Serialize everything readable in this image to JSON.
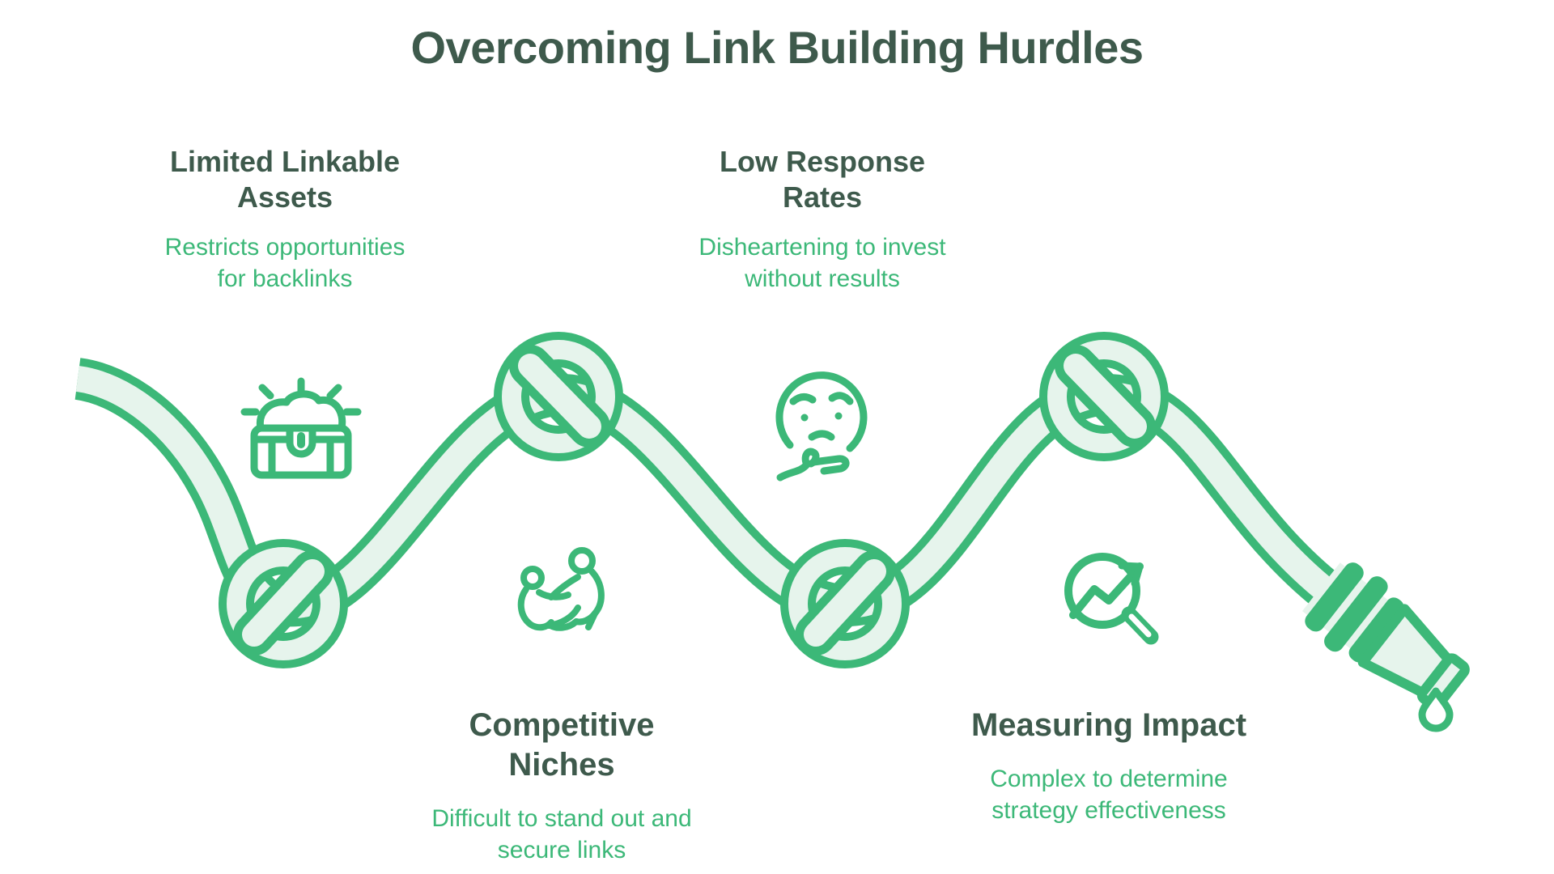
{
  "title": "Overcoming Link Building Hurdles",
  "colors": {
    "accent_green": "#3cb878",
    "heading_dark_green": "#3e5a4c",
    "hose_fill_light": "#e6f4ec",
    "background": "#ffffff"
  },
  "illustration": {
    "type": "knotted-hose-with-nozzle-and-drop",
    "knot_count": 4
  },
  "hurdles": [
    {
      "id": "limited-linkable-assets",
      "title": "Limited Linkable\nAssets",
      "subtitle": "Restricts opportunities\nfor backlinks",
      "icon": "treasure-chest-icon"
    },
    {
      "id": "low-response-rates",
      "title": "Low Response\nRates",
      "subtitle": "Disheartening to invest\nwithout results",
      "icon": "thinking-face-icon"
    },
    {
      "id": "competitive-niches",
      "title": "Competitive\nNiches",
      "subtitle": "Difficult to stand out and\nsecure links",
      "icon": "wrestling-figures-icon"
    },
    {
      "id": "measuring-impact",
      "title": "Measuring Impact",
      "subtitle": "Complex to determine\nstrategy effectiveness",
      "icon": "magnifier-trend-icon"
    }
  ]
}
